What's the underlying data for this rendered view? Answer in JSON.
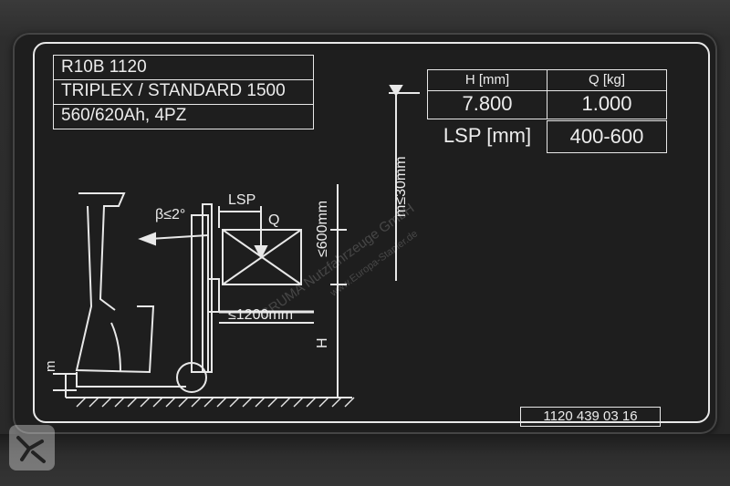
{
  "spec_lines": [
    "R10B 1120",
    "TRIPLEX / STANDARD 1500",
    "560/620Ah, 4PZ"
  ],
  "table": {
    "h_header": "H [mm]",
    "q_header": "Q [kg]",
    "h_value": "7.800",
    "q_value": "1.000",
    "lsp_label": "LSP [mm]",
    "lsp_value": "400-600"
  },
  "diagram": {
    "tilt": "β≤2°",
    "lsp": "LSP",
    "q": "Q",
    "max_height": "≤600mm",
    "m_top": "m≤30mm",
    "width": "≤1200mm",
    "h": "H",
    "m_bottom": "m"
  },
  "serial": "1120 439 03 16",
  "watermark": {
    "company": "GRUMA Nutzfahrzeuge GmbH",
    "site": "www.Europa-Stapler.de"
  },
  "colors": {
    "plate": "#1e1e1e",
    "print": "#ececec"
  }
}
